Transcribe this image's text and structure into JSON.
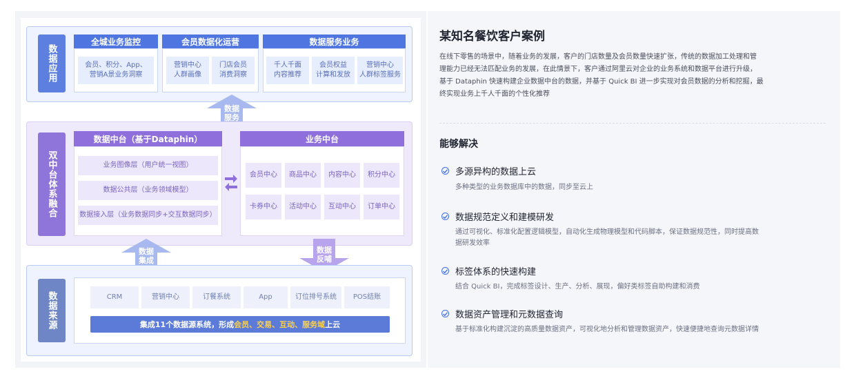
{
  "diagram": {
    "layers": {
      "top": "数据应用",
      "middle": "双中台体系融合",
      "bottom": "数据来源"
    },
    "top_groups": [
      {
        "title": "全城业务监控",
        "items": [
          "会员、积分、App、",
          "营销A景业务洞察"
        ]
      },
      {
        "title": "会员数据化运营",
        "items": [
          "营销中心\n人群画像",
          "门店会员\n消费洞察"
        ]
      },
      {
        "title": "数据服务业务",
        "items": [
          "千人千面\n内容推荐",
          "会员权益\n计算和发放",
          "营销中心\n人群标签服务"
        ]
      }
    ],
    "arrows": {
      "up_top": "数据\n服务",
      "up_bottom": "数据\n集成",
      "down": "数据\n反哺"
    },
    "data_platform": {
      "title": "数据中台（基于Dataphin）",
      "layers": [
        "业务图像层（用户统一视图）",
        "数据公共层（业务领域模型）",
        "数据接入层（业务数据同步+交互数据同步）"
      ]
    },
    "business_platform": {
      "title": "业务中台",
      "row1": [
        "会员中心",
        "商品中心",
        "内容中心",
        "积分中心"
      ],
      "row2": [
        "卡券中心",
        "活动中心",
        "互动中心",
        "订单中心"
      ]
    },
    "sources": [
      "CRM",
      "营销中心",
      "订餐系统",
      "App",
      "订位排号系统",
      "POS结账"
    ],
    "source_banner_prefix": "集成11个数据源系统，形成",
    "source_banner_highlight": "会员、交易、互动、服务域",
    "source_banner_suffix": "上云"
  },
  "case": {
    "title": "某知名餐饮客户案例",
    "description_lines": [
      "在线下零售的场景中，随着业务的发展，客户的门店数量及会员数量快速扩张，传统的数据加工处理和管",
      "理能力已经无法匹配业务的发展，在此情景下，客户通过阿里云对企业的业务系统和数据平台进行升级，",
      "基于 Dataphin 快速构建企业数据中台的数据，并基于 Quick BI 进一步实现对会员数据的分析和挖掘，最",
      "终实现业务上千人千面的个性化推荐"
    ],
    "solve_title": "能够解决",
    "solutions": [
      {
        "title": "多源异构的数据上云",
        "lines": [
          "多种类型的业务数据库中的数据，同步至云上"
        ]
      },
      {
        "title": "数据规范定义和建模研发",
        "lines": [
          "通过可视化、标准化配置逻辑模型，自动化生成物理模型和代码脚本，保证数据规范性，同时提高数",
          "据研发效率"
        ]
      },
      {
        "title": "标签体系的快速构建",
        "lines": [
          "结合 Quick BI，完成标签设计、生产、分析、展现，偏好类标签自助构建和消费"
        ]
      },
      {
        "title": "数据资产管理和元数据查询",
        "lines": [
          "基于标准化构建沉淀的高质量数据资产，可视化地分析和管理数据资产，快速便捷地查询元数据详情"
        ]
      }
    ]
  },
  "colors": {
    "accent_blue": "#4f76e0",
    "accent_purple": "#8e6fdb",
    "check_blue": "#3f6ee8",
    "banner_highlight": "#ffd24a"
  }
}
